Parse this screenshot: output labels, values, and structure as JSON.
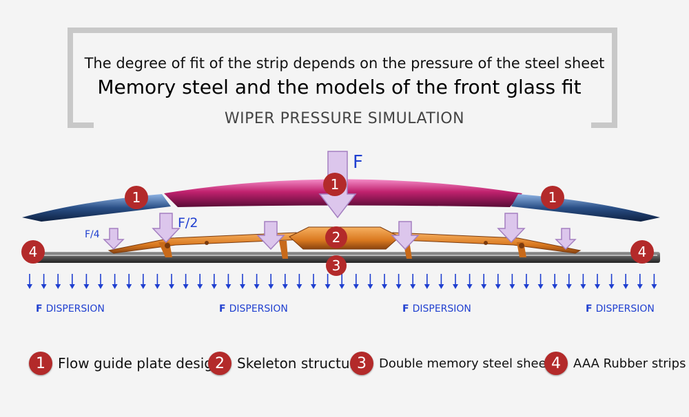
{
  "header": {
    "line1": "The degree of fit of the strip depends on the pressure of the steel sheet",
    "line2": "Memory steel and the models of the front glass fit",
    "subtitle": "WIPER PRESSURE SIMULATION"
  },
  "forces": {
    "main": "F",
    "half": "F/2",
    "quarter": "F/4"
  },
  "dispersion": [
    {
      "f": "F",
      "label": "DISPERSION"
    },
    {
      "f": "F",
      "label": "DISPERSION"
    },
    {
      "f": "F",
      "label": "DISPERSION"
    },
    {
      "f": "F",
      "label": "DISPERSION"
    }
  ],
  "badges": {
    "b1": "1",
    "b2": "2",
    "b3": "3",
    "b4": "4"
  },
  "legend": [
    {
      "num": "1",
      "label": "Flow guide plate design"
    },
    {
      "num": "2",
      "label": "Skeleton structure"
    },
    {
      "num": "3",
      "label": "Double memory steel sheeet"
    },
    {
      "num": "4",
      "label": "AAA Rubber strips"
    }
  ],
  "colors": {
    "badge": "#b32a2a",
    "arrow_fill": "#dcc6ec",
    "arrow_stroke": "#a47fc0",
    "dispersion": "#1f3fd0",
    "skeleton": "#e08a2e",
    "spoiler_center": "#c0226e",
    "spoiler_side": "#2a4f86"
  }
}
